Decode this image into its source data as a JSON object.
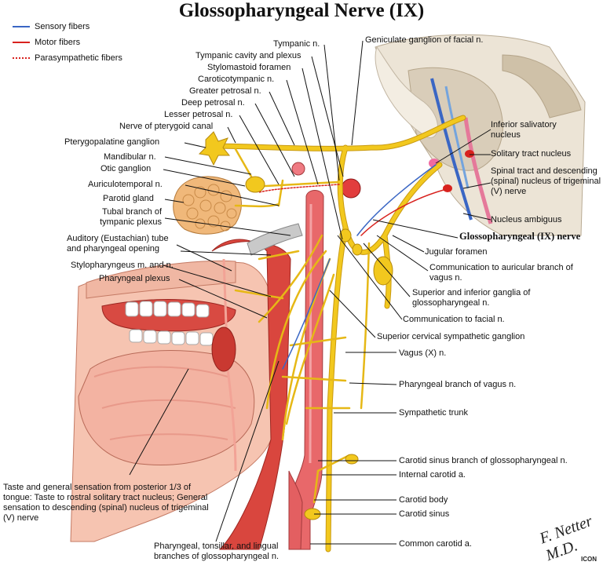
{
  "title": "Glossopharyngeal Nerve (IX)",
  "legend": [
    {
      "label": "Sensory fibers",
      "color": "#3a66c4",
      "style": "solid"
    },
    {
      "label": "Motor fibers",
      "color": "#d8221e",
      "style": "solid"
    },
    {
      "label": "Parasympathetic fibers",
      "color": "#d8221e",
      "style": "dotted"
    }
  ],
  "labels": {
    "tympanic_n": "Tympanic n.",
    "geniculate": "Geniculate ganglion of facial n.",
    "tympanic_cavity": "Tympanic cavity and plexus",
    "stylomastoid": "Stylomastoid foramen",
    "caroticotympanic": "Caroticotympanic n.",
    "greater_petrosal": "Greater petrosal n.",
    "deep_petrosal": "Deep petrosal n.",
    "lesser_petrosal": "Lesser petrosal n.",
    "pterygoid_canal": "Nerve of pterygoid canal",
    "pterygopalatine": "Pterygopalatine ganglion",
    "mandibular": "Mandibular n.",
    "otic": "Otic ganglion",
    "auriculotemporal": "Auriculotemporal n.",
    "parotid": "Parotid gland",
    "tubal_branch": "Tubal branch of tympanic plexus",
    "auditory_tube": "Auditory (Eustachian) tube and pharyngeal opening",
    "stylopharyngeus": "Stylopharyngeus m. and n.",
    "pharyngeal_plexus": "Pharyngeal plexus",
    "taste_sensation": "Taste and general sensation from posterior 1/3 of tongue: Taste to rostral solitary tract nucleus; General sensation to descending (spinal) nucleus of trigeminal (V) nerve",
    "pharyngeal_tonsillar": "Pharyngeal, tonsillar, and lingual branches of glossopharyngeal n.",
    "inferior_salivatory": "Inferior salivatory nucleus",
    "solitary_tract": "Solitary tract nucleus",
    "spinal_tract": "Spinal tract and descending (spinal) nucleus of trigeminal (V) nerve",
    "nucleus_ambiguus": "Nucleus ambiguus",
    "glossopharyngeal_nerve": "Glossopharyngeal (IX) nerve",
    "jugular_foramen": "Jugular foramen",
    "comm_auricular": "Communication to auricular branch of vagus n.",
    "sup_inf_ganglia": "Superior and inferior ganglia of glossopharyngeal n.",
    "comm_facial": "Communication to facial n.",
    "sup_cervical": "Superior cervical sympathetic ganglion",
    "vagus": "Vagus (X) n.",
    "pharyngeal_vagus": "Pharyngeal branch of vagus n.",
    "sympathetic_trunk": "Sympathetic trunk",
    "carotid_sinus_branch": "Carotid sinus branch of glossopharyngeal n.",
    "internal_carotid": "Internal carotid a.",
    "carotid_body": "Carotid body",
    "carotid_sinus": "Carotid sinus",
    "common_carotid": "Common carotid a."
  },
  "signature": {
    "name": "F. Netter M.D.",
    "mark": "ICON"
  },
  "colors": {
    "nerve": "#f2c81e",
    "nerve_edge": "#c99a10",
    "artery": "#e8686a",
    "tissue": "#f3b8a8",
    "muscle": "#d6443c",
    "brainstem": "#e9dfd0",
    "sensory": "#3a66c4",
    "motor": "#d8221e"
  }
}
